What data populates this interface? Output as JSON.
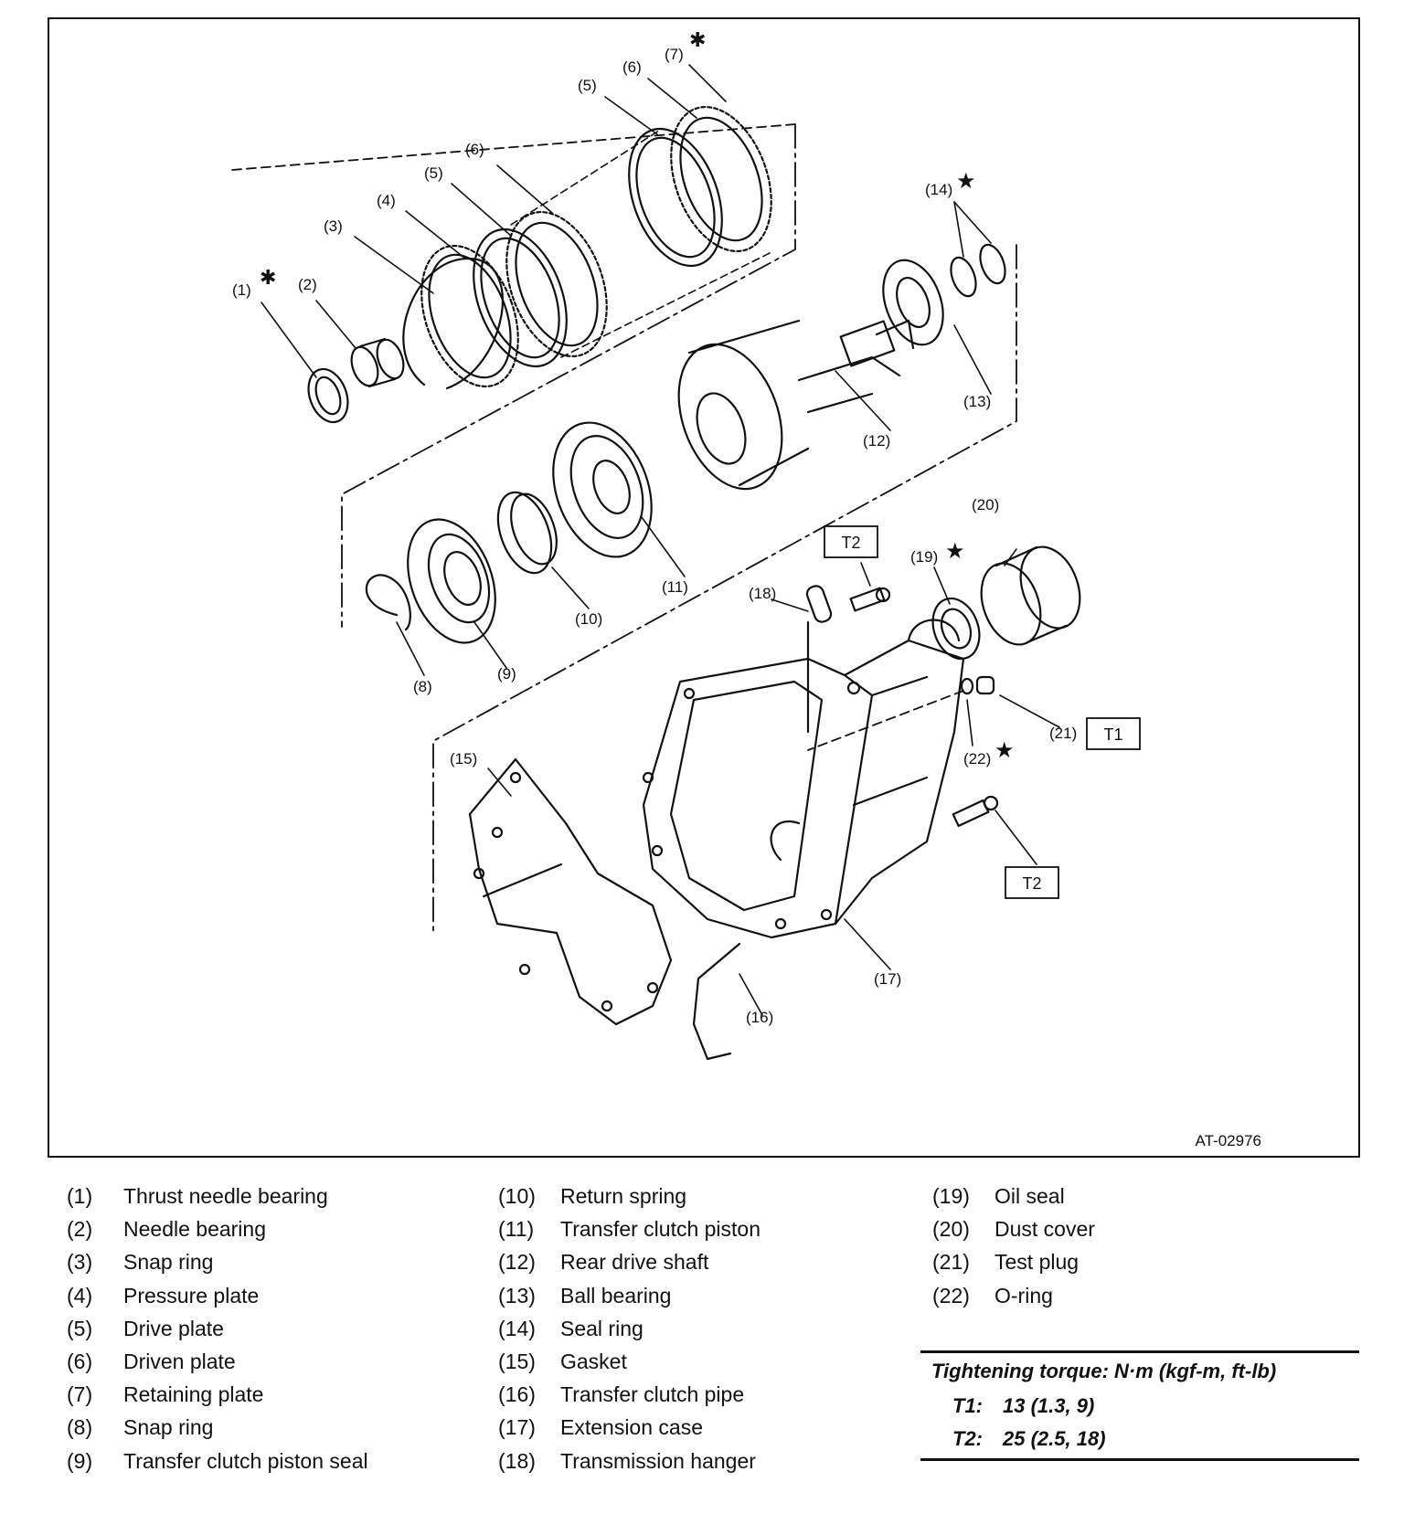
{
  "figure_code": "AT-02976",
  "callouts": [
    "(1)",
    "(2)",
    "(3)",
    "(4)",
    "(5)",
    "(6)",
    "(5)",
    "(6)",
    "(7)",
    "(8)",
    "(9)",
    "(10)",
    "(11)",
    "(12)",
    "(13)",
    "(14)",
    "(15)",
    "(16)",
    "(17)",
    "(18)",
    "(19)",
    "(20)",
    "(21)",
    "(22)"
  ],
  "markers": {
    "asterisk": "✱",
    "star": "★"
  },
  "torque_boxes": [
    "T2",
    "T1",
    "T2"
  ],
  "legend": {
    "columns": [
      [
        {
          "num": "(1)",
          "name": "Thrust needle bearing"
        },
        {
          "num": "(2)",
          "name": "Needle bearing"
        },
        {
          "num": "(3)",
          "name": "Snap ring"
        },
        {
          "num": "(4)",
          "name": "Pressure plate"
        },
        {
          "num": "(5)",
          "name": "Drive plate"
        },
        {
          "num": "(6)",
          "name": "Driven plate"
        },
        {
          "num": "(7)",
          "name": "Retaining plate"
        },
        {
          "num": "(8)",
          "name": "Snap ring"
        },
        {
          "num": "(9)",
          "name": "Transfer clutch piston seal"
        }
      ],
      [
        {
          "num": "(10)",
          "name": "Return spring"
        },
        {
          "num": "(11)",
          "name": "Transfer clutch piston"
        },
        {
          "num": "(12)",
          "name": "Rear drive shaft"
        },
        {
          "num": "(13)",
          "name": "Ball bearing"
        },
        {
          "num": "(14)",
          "name": "Seal ring"
        },
        {
          "num": "(15)",
          "name": "Gasket"
        },
        {
          "num": "(16)",
          "name": "Transfer clutch pipe"
        },
        {
          "num": "(17)",
          "name": "Extension case"
        },
        {
          "num": "(18)",
          "name": "Transmission hanger"
        }
      ],
      [
        {
          "num": "(19)",
          "name": "Oil seal"
        },
        {
          "num": "(20)",
          "name": "Dust cover"
        },
        {
          "num": "(21)",
          "name": "Test plug"
        },
        {
          "num": "(22)",
          "name": "O-ring"
        }
      ]
    ]
  },
  "torque": {
    "title": "Tightening torque: N·m (kgf-m, ft-lb)",
    "specs": [
      {
        "code": "T1:",
        "value": "13 (1.3, 9)"
      },
      {
        "code": "T2:",
        "value": "25 (2.5, 18)"
      }
    ]
  }
}
